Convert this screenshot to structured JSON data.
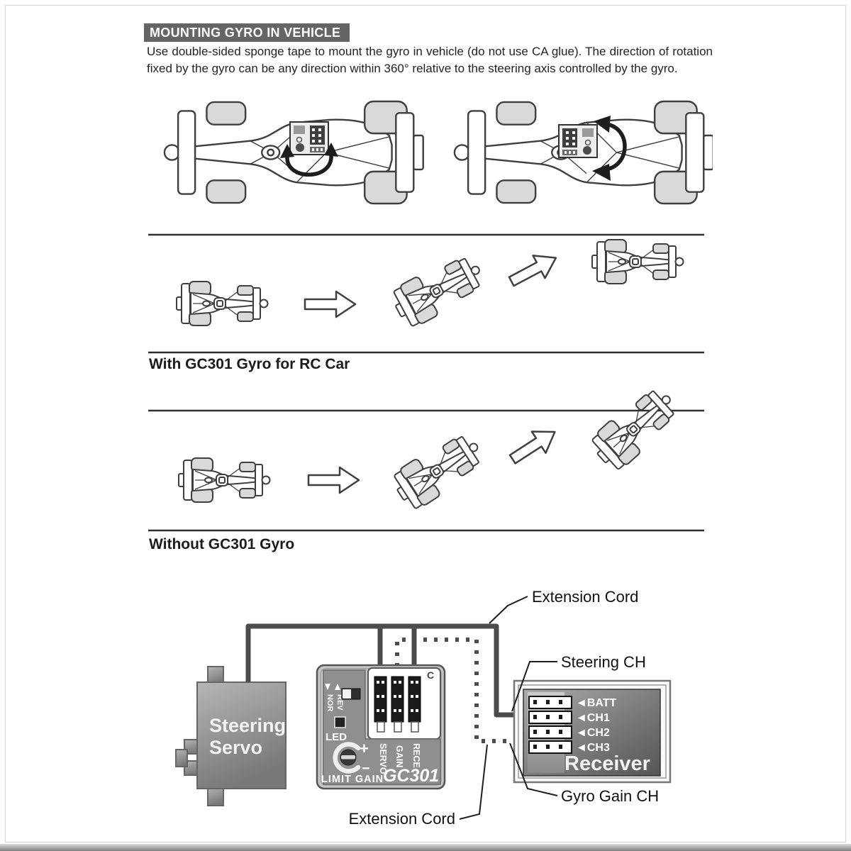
{
  "header": {
    "title": "MOUNTING GYRO IN VEHICLE"
  },
  "intro": "Use double-sided sponge tape to mount the gyro in vehicle (do not use CA glue). The direction of rotation fixed by the gyro can be any direction within 360° relative to the steering axis controlled by the gyro.",
  "sections": {
    "with_gyro": {
      "label": "With GC301 Gyro for RC Car"
    },
    "without_gyro": {
      "label": "Without GC301 Gyro"
    }
  },
  "wiring": {
    "labels": {
      "extension_cord_top": "Extension Cord",
      "steering_ch": "Steering CH",
      "gyro_gain_ch": "Gyro Gain CH",
      "extension_cord_bottom": "Extension Cord"
    },
    "servo": {
      "name_line1": "Steering",
      "name_line2": "Servo"
    },
    "gc301": {
      "switch_rev": "REV",
      "switch_nor": "NOR",
      "led": "LED",
      "dial_plus": "+",
      "dial_minus": "−",
      "dial_caption": "LIMIT GAIN",
      "port_servo": "SERVO",
      "port_gain": "GAIN",
      "port_rece": "RECE",
      "model": "GC301",
      "corner_mark": "C"
    },
    "receiver": {
      "name": "Receiver",
      "ports": [
        "◄BATT",
        "◄CH1",
        "◄CH2",
        "◄CH3"
      ]
    }
  },
  "colors": {
    "title_bar_bg": "#656565",
    "cord": "#4c4c4c",
    "panel_gray": "#8f8f8f",
    "wheel_gray": "#d9d9d9",
    "line_dark": "#2f2f2f"
  }
}
